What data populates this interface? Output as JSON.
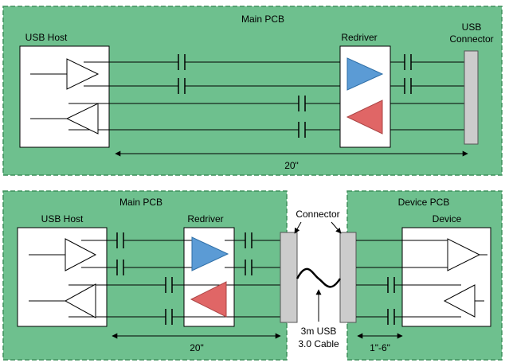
{
  "colors": {
    "pcb_fill": "#6ec08e",
    "pcb_border": "#3f8f5c",
    "white": "#ffffff",
    "line": "#000000",
    "tx_driver": "#5b9bd5",
    "rx_driver": "#e06666",
    "connector": "#cccccc"
  },
  "top": {
    "board_label": "Main PCB",
    "host_label": "USB Host",
    "redriver_label": "Redriver",
    "connector_label_line1": "USB",
    "connector_label_line2": "Connector",
    "length_label": "20\""
  },
  "bottom": {
    "main_board_label": "Main PCB",
    "device_board_label": "Device PCB",
    "host_label": "USB Host",
    "redriver_label": "Redriver",
    "connector_label": "Connector",
    "device_label": "Device",
    "cable_label_line1": "3m USB",
    "cable_label_line2": "3.0 Cable",
    "main_length_label": "20\"",
    "device_length_label": "1\"-6\""
  }
}
